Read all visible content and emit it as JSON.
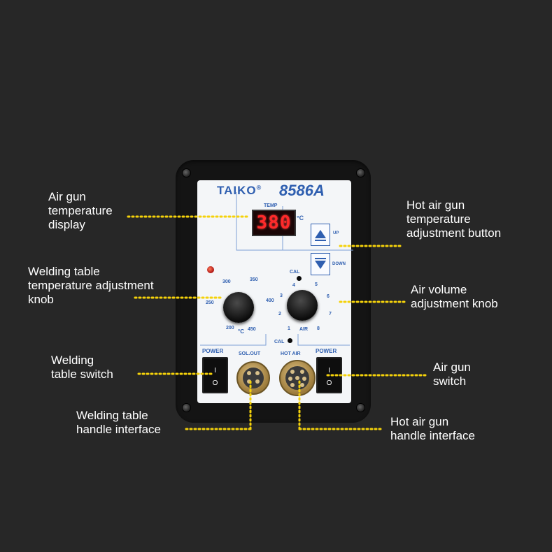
{
  "labels": {
    "air_gun_temperature_display": [
      "Air gun",
      "temperature",
      "display"
    ],
    "welding_table_temperature_knob": [
      "Welding table",
      "temperature adjustment",
      "knob"
    ],
    "welding_table_switch": [
      "Welding",
      "table switch"
    ],
    "welding_table_handle_interface": [
      "Welding table",
      "handle interface"
    ],
    "hot_air_gun_temperature_button": [
      "Hot air gun",
      "temperature",
      "adjustment button"
    ],
    "air_volume_knob": [
      "Air volume",
      "adjustment knob"
    ],
    "air_gun_switch": [
      "Air gun",
      "switch"
    ],
    "hot_air_gun_handle_interface": [
      "Hot air gun",
      "handle interface"
    ]
  },
  "device": {
    "brand": "TAIKO",
    "brand_registered": "®",
    "model": "8586A",
    "temp_label": "TEMP",
    "display_value": "380",
    "unit": "°C",
    "up_label": "UP",
    "down_label": "DOWN",
    "cal_label": "CAL",
    "air_label": "AIR",
    "power_label": "POWER",
    "sol_out_label": "SOL.OUT",
    "hot_air_label": "HOT AIR",
    "switch_on_symbol": "I",
    "switch_off_symbol": "O",
    "temp_scale": [
      "200",
      "250",
      "300",
      "350",
      "400",
      "450"
    ],
    "air_scale": [
      "1",
      "2",
      "3",
      "4",
      "5",
      "6",
      "7",
      "8"
    ]
  },
  "colors": {
    "background": "#272727",
    "callout_line": "#f5d20a",
    "panel": "#f4f6f8",
    "accent_blue": "#2f5fb0",
    "display_red": "#ff2a2a"
  }
}
